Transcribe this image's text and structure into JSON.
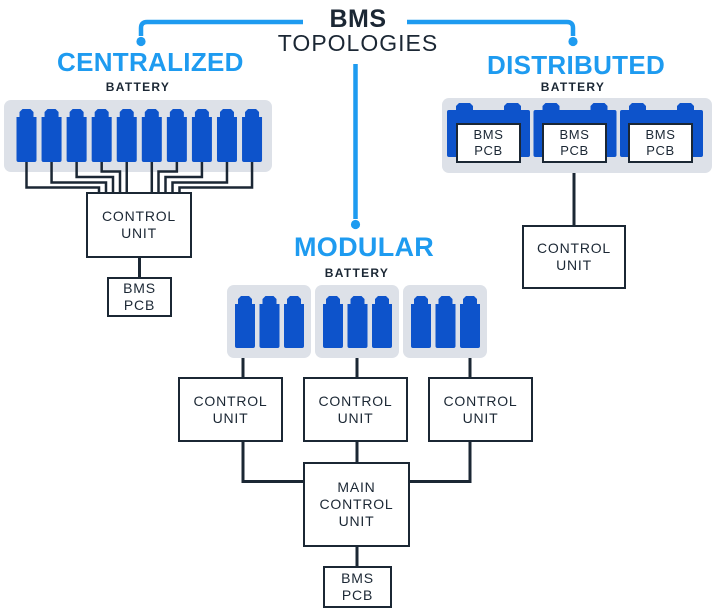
{
  "colors": {
    "accent_blue": "#1e9bf0",
    "battery_blue": "#0d53cb",
    "ink_navy": "#1b2734",
    "panel_gray": "#dde1e8",
    "background": "#ffffff"
  },
  "title": {
    "line1": "BMS",
    "line2": "TOPOLOGIES"
  },
  "sections": {
    "centralized": {
      "heading": "CENTRALIZED",
      "battery_label": "BATTERY",
      "battery_cell_count": 10,
      "control_unit_label": [
        "CONTROL",
        "UNIT"
      ],
      "bms_pcb_label": [
        "BMS",
        "PCB"
      ]
    },
    "distributed": {
      "heading": "DISTRIBUTED",
      "battery_label": "BATTERY",
      "battery_module_count": 3,
      "module_pcb_label": [
        "BMS",
        "PCB"
      ],
      "control_unit_label": [
        "CONTROL",
        "UNIT"
      ]
    },
    "modular": {
      "heading": "MODULAR",
      "battery_label": "BATTERY",
      "module_count": 3,
      "cells_per_module": 3,
      "control_unit_label": [
        "CONTROL",
        "UNIT"
      ],
      "main_control_unit_label": [
        "MAIN",
        "CONTROL",
        "UNIT"
      ],
      "bms_pcb_label": [
        "BMS",
        "PCB"
      ]
    }
  }
}
